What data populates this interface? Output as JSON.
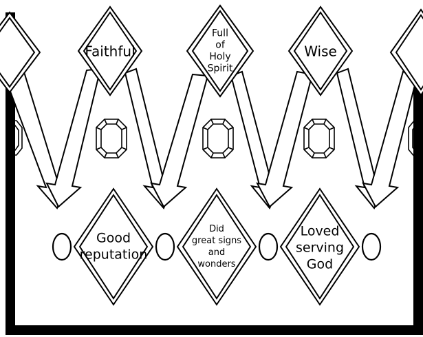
{
  "top_qualities": [
    {
      "lines": [
        "Faithful"
      ]
    },
    {
      "lines": [
        "Full",
        "of",
        "Holy",
        "Spirit"
      ]
    },
    {
      "lines": [
        "Wise"
      ]
    }
  ],
  "bottom_qualities": [
    {
      "lines": [
        "Good",
        "reputation"
      ]
    },
    {
      "lines": [
        "Did",
        "great signs",
        "and",
        "wonders"
      ]
    },
    {
      "lines": [
        "Loved",
        "serving",
        "God"
      ]
    }
  ],
  "colors": {
    "ink": "#000000",
    "paper": "#ffffff"
  }
}
